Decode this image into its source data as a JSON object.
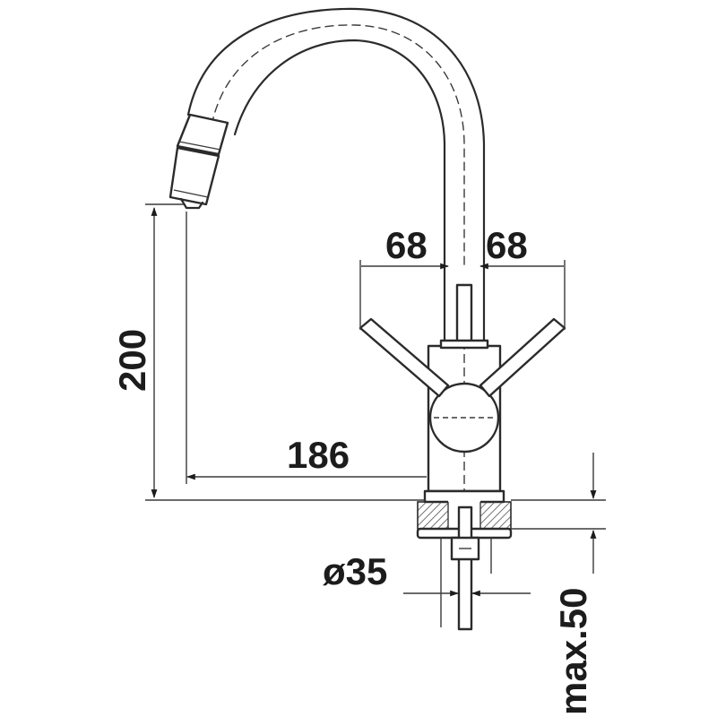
{
  "drawing": {
    "dimensions": {
      "lever_left": "68",
      "lever_right": "68",
      "spout_height": "200",
      "spout_reach": "186",
      "base_diameter": "ø35",
      "counter_thickness": "max.50"
    },
    "colors": {
      "line": "#2b2b2b",
      "text": "#1c1c1c",
      "background": "#ffffff"
    }
  }
}
